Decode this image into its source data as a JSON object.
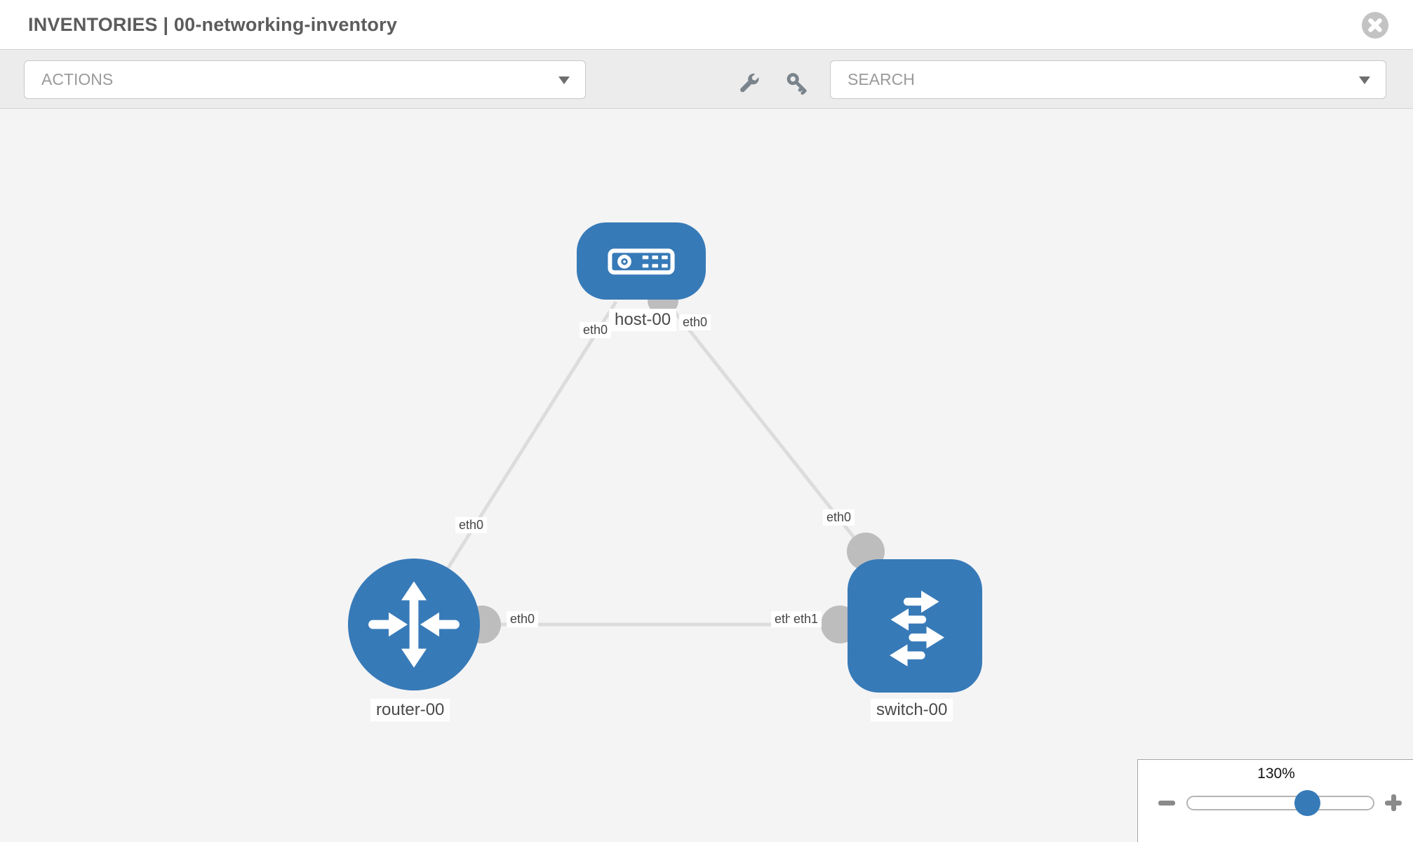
{
  "header": {
    "title": "INVENTORIES | 00-networking-inventory",
    "close_icon": "close-icon"
  },
  "toolbar": {
    "actions_label": "ACTIONS",
    "search_label": "SEARCH",
    "icons": [
      "wrench-icon",
      "key-icon"
    ]
  },
  "canvas": {
    "nodes": [
      {
        "id": "host-00",
        "label": "host-00",
        "type": "host",
        "icon": "server-icon"
      },
      {
        "id": "router-00",
        "label": "router-00",
        "type": "router",
        "icon": "router-arrows-icon"
      },
      {
        "id": "switch-00",
        "label": "switch-00",
        "type": "switch",
        "icon": "switch-arrows-icon"
      }
    ],
    "links": [
      {
        "from": "host-00",
        "to": "router-00"
      },
      {
        "from": "host-00",
        "to": "switch-00"
      },
      {
        "from": "router-00",
        "to": "switch-00"
      }
    ],
    "interface_labels": [
      {
        "text": "eth0",
        "position": "host-bottom-left"
      },
      {
        "text": "eth0",
        "position": "host-bottom-right"
      },
      {
        "text": "eth0",
        "position": "edge-host-router"
      },
      {
        "text": "eth0",
        "position": "edge-host-switch-near-switch"
      },
      {
        "text": "eth0",
        "position": "edge-router-switch-router-end"
      },
      {
        "text": "eth0",
        "position": "edge-router-switch-switch-end-underlapped"
      },
      {
        "text": "eth1",
        "position": "edge-router-switch-switch-end"
      }
    ]
  },
  "zoom_control": {
    "value": "130%",
    "minus_icon": "minus-icon",
    "plus_icon": "plus-icon"
  },
  "colors": {
    "node_blue": "#377ab8",
    "edge_gray": "#dcdcdc",
    "port_dot_gray": "#bdbdbd",
    "toolbar_gray": "#ececec",
    "canvas_gray": "#f4f4f5"
  }
}
